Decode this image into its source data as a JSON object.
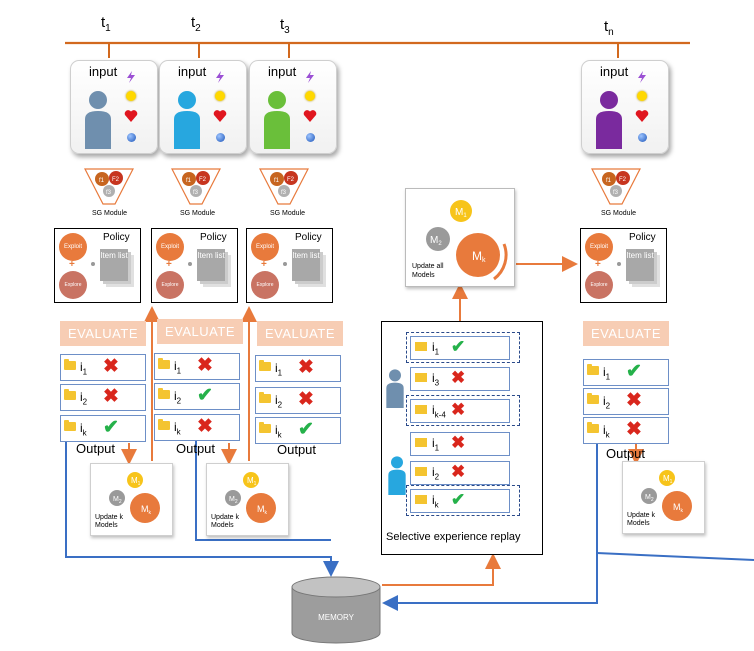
{
  "timeline": {
    "ticks": [
      {
        "label": "t",
        "sub": "1"
      },
      {
        "label": "t",
        "sub": "2"
      },
      {
        "label": "t",
        "sub": "3"
      },
      {
        "label": "t",
        "sub": "n"
      }
    ],
    "color": "#d2691e"
  },
  "input_cards": [
    {
      "label": "input",
      "person_color": "#6f8fae"
    },
    {
      "label": "input",
      "person_color": "#27a7df"
    },
    {
      "label": "input",
      "person_color": "#6abf3a"
    },
    {
      "label": "input",
      "person_color": "#7a2a9e"
    }
  ],
  "sg_module": {
    "label": "SG Module",
    "f1": "f1",
    "f2": "F2",
    "f3": "f3"
  },
  "policy": {
    "title": "Policy",
    "exploit": "Exploit",
    "explore": "Explore",
    "item_list": "Item list"
  },
  "evaluate_label": "EVALUATE",
  "output_label": "Output",
  "columns": [
    {
      "rows": [
        {
          "i": "i",
          "sub": "1",
          "ok": false
        },
        {
          "i": "i",
          "sub": "2",
          "ok": false
        },
        {
          "i": "i",
          "sub": "k",
          "ok": true
        }
      ]
    },
    {
      "rows": [
        {
          "i": "i",
          "sub": "1",
          "ok": false
        },
        {
          "i": "i",
          "sub": "2",
          "ok": true
        },
        {
          "i": "i",
          "sub": "k",
          "ok": false
        }
      ]
    },
    {
      "rows": [
        {
          "i": "i",
          "sub": "1",
          "ok": false
        },
        {
          "i": "i",
          "sub": "2",
          "ok": false
        },
        {
          "i": "i",
          "sub": "k",
          "ok": true
        }
      ]
    },
    {
      "rows": [
        {
          "i": "i",
          "sub": "1",
          "ok": true
        },
        {
          "i": "i",
          "sub": "2",
          "ok": false
        },
        {
          "i": "i",
          "sub": "k",
          "ok": false
        }
      ]
    }
  ],
  "update_k": {
    "label": "Update k Models",
    "m1": "M",
    "m1_sub": "1",
    "m2": "M",
    "m2_sub": "2",
    "mk": "M",
    "mk_sub": "k"
  },
  "update_all": {
    "label": "Update all Models"
  },
  "replay": {
    "caption": "Selective experience replay",
    "rows": [
      {
        "i": "i",
        "sub": "1",
        "ok": true
      },
      {
        "i": "i",
        "sub": "3",
        "ok": false
      },
      {
        "i": "i",
        "sub": "k-4",
        "ok": false
      },
      {
        "i": "i",
        "sub": "1",
        "ok": false
      },
      {
        "i": "i",
        "sub": "2",
        "ok": false
      },
      {
        "i": "i",
        "sub": "k",
        "ok": true
      }
    ]
  },
  "memory_label": "MEMORY",
  "marks": {
    "ok": "✔",
    "x": "✖"
  },
  "colors": {
    "orange": "#e87a3c",
    "blue": "#3a6fc4",
    "check": "#25b14a",
    "cross": "#d9261c"
  }
}
